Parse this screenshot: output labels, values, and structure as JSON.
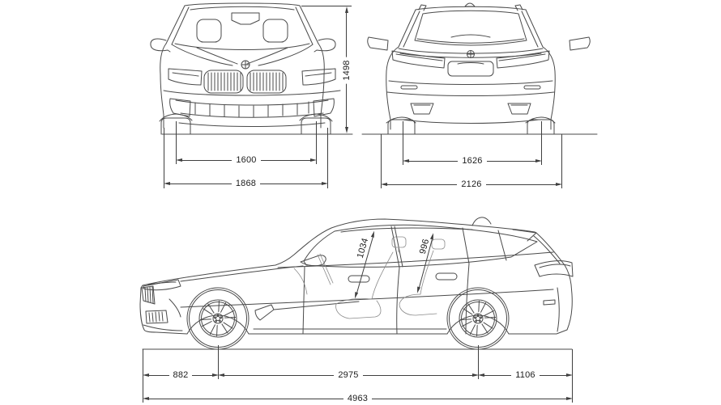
{
  "colors": {
    "background": "#ffffff",
    "line_art": "#4a4a4a",
    "dimension_line": "#3f3f3f",
    "text": "#1c1c1c"
  },
  "dimensions": {
    "front_view": {
      "height": "1498",
      "front_track": "1600",
      "overall_width": "1868"
    },
    "rear_view": {
      "rear_track": "1626",
      "width_incl_mirrors": "2126"
    },
    "side_view": {
      "front_headroom": "1034",
      "rear_headroom": "996",
      "front_overhang": "882",
      "wheelbase": "2975",
      "rear_overhang": "1106",
      "overall_length": "4963"
    }
  }
}
